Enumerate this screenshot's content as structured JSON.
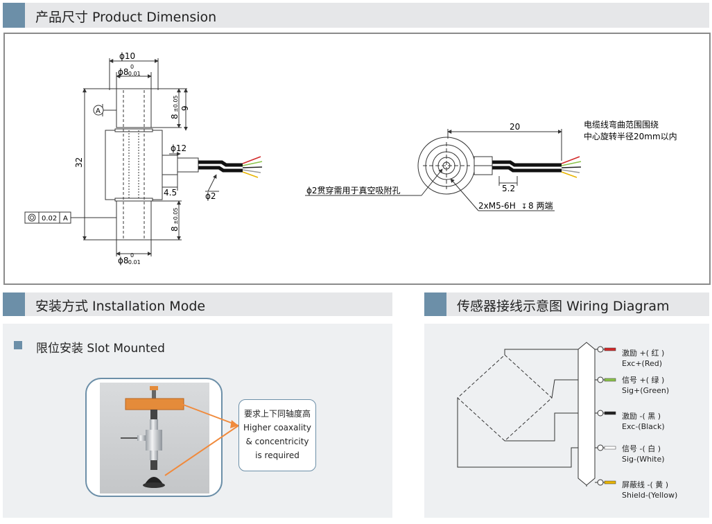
{
  "sections": {
    "product_dimension": "产品尺寸 Product Dimension",
    "installation_mode": "安装方式 Installation Mode",
    "wiring_diagram": "传感器接线示意图 Wiring Diagram"
  },
  "dimension": {
    "d10": "ϕ10",
    "d8_top": "ϕ8",
    "tol_upper": "0",
    "tol_lower": "-0.01",
    "len8": "8",
    "tol_pm": "±0.05",
    "len9": "9",
    "len32": "32",
    "d12": "ϕ12",
    "len4_5": "4.5",
    "d2": "ϕ2",
    "datum": "A",
    "coax_tol": "0.02",
    "coax_ref": "A",
    "d8_bottom": "ϕ8",
    "len20": "20",
    "len5_2": "5.2",
    "hole_note": "ϕ2贯穿需用于真空吸附孔",
    "thread_note": "2xM5-6H",
    "thread_depth": "8 两端",
    "cable_note_1": "电缆线弯曲范围围绕",
    "cable_note_2": "中心旋转半径20mm以内"
  },
  "installation": {
    "slot_title": "限位安装 Slot Mounted",
    "note_lines": [
      "要求上下同轴度高",
      "Higher coaxality",
      "& concentricity",
      "is required"
    ]
  },
  "wiring": {
    "wires": [
      {
        "cn": "激励 +( 红 )",
        "en": "Exc+(Red)",
        "color": "#d22a2a"
      },
      {
        "cn": "信号 +( 绿 )",
        "en": "Sig+(Green)",
        "color": "#8bc34a"
      },
      {
        "cn": "激励 -( 黑 )",
        "en": "Exc-(Black)",
        "color": "#222222"
      },
      {
        "cn": "信号 -( 白 )",
        "en": "Sig-(White)",
        "color": "#ffffff"
      },
      {
        "cn": "屏蔽线 -( 黄 )",
        "en": "Shield-(Yellow)",
        "color": "#e8b400"
      }
    ]
  },
  "colors": {
    "accent": "#6c8fa8",
    "header_bg": "#e6e7e9",
    "panel_bg": "#eef0f2",
    "arrow": "#f08a3c"
  }
}
